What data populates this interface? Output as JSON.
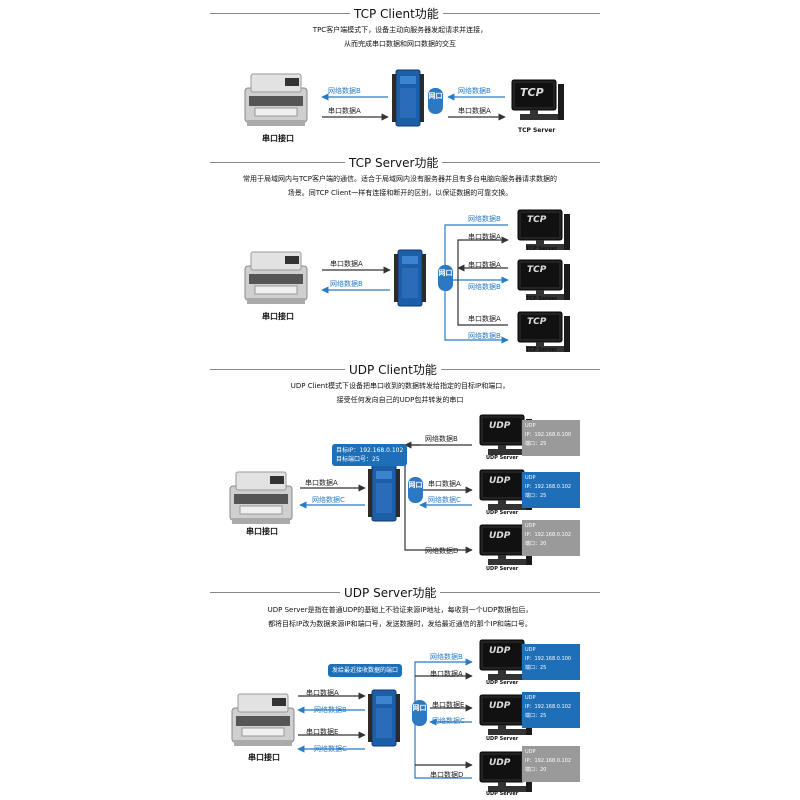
{
  "sections": [
    {
      "title": "TCP Client功能",
      "desc": [
        "TPC客户端模式下，设备主动向服务器发起请求并连接，",
        "从而完成串口数据和网口数据的交互"
      ],
      "labels": [
        "网络数据B",
        "串口数据A",
        "网络数据B",
        "串口数据A"
      ],
      "port_text": "串口接口",
      "netport": "网口",
      "server_screen": "TCP",
      "server_label": "TCP Server"
    },
    {
      "title": "TCP Server功能",
      "desc": [
        "常用于局域网内与TCP客户端的通信。适合于局域网内没有服务器并且有多台电脑向服务器请求数据的",
        "场景。同TCP Client一样有连接和断开的区别，以保证数据的可靠交换。"
      ],
      "labels": [
        "串口数据A",
        "网络数据B",
        "网络数据B",
        "串口数据A",
        "串口数据A",
        "网络数据B",
        "串口数据A",
        "网络数据B"
      ],
      "port_text": "串口接口",
      "netport": "网口",
      "server_screen": "TCP",
      "server_label": "TCP Server"
    },
    {
      "title": "UDP Client功能",
      "desc": [
        "UDP Client模式下设备把串口收到的数据转发给指定的目标IP和端口，",
        "接受任何发向自己的UDP包并转发的串口"
      ],
      "callout": [
        "目标IP：192.168.0.102",
        "目标端口号：25"
      ],
      "labels": [
        "串口数据A",
        "网络数据C",
        "网络数据B",
        "串口数据A",
        "网络数据C",
        "网络数据D"
      ],
      "port_text": "串口接口",
      "netport": "网口",
      "server_screen": "UDP",
      "server_label": "UDP Server",
      "infoboxes": [
        [
          "UDP",
          "IP：192.168.0.100",
          "端口：25"
        ],
        [
          "UDP",
          "IP：192.168.0.102",
          "端口：25"
        ],
        [
          "UDP",
          "IP：192.168.0.102",
          "端口：20"
        ]
      ]
    },
    {
      "title": "UDP Server功能",
      "desc": [
        "UDP Server是指在普通UDP的基础上不验证来源IP地址，每收到一个UDP数据包后，",
        "都将目标IP改为数据来源IP和端口号，发送数据时，发给最近通信的那个IP和端口号。"
      ],
      "callout": [
        "发给最近接收数据的端口"
      ],
      "labels": [
        "串口数据A",
        "网络数据B",
        "串口数据E",
        "网络数据C",
        "网络数据B",
        "串口数据A",
        "串口数据E",
        "网络数据C",
        "串口数据D"
      ],
      "port_text": "串口接口",
      "netport": "网口",
      "server_screen": "UDP",
      "server_label": "UDP Server",
      "infoboxes": [
        [
          "UDP",
          "IP：192.168.0.100",
          "端口：25"
        ],
        [
          "UDP",
          "IP：192.168.0.102",
          "端口：25"
        ],
        [
          "UDP",
          "IP：192.168.0.102",
          "端口：20"
        ]
      ]
    }
  ],
  "colors": {
    "accent": "#2c78c2",
    "arrow": "#2a7bc4",
    "gray_box": "#9a9a9a"
  }
}
